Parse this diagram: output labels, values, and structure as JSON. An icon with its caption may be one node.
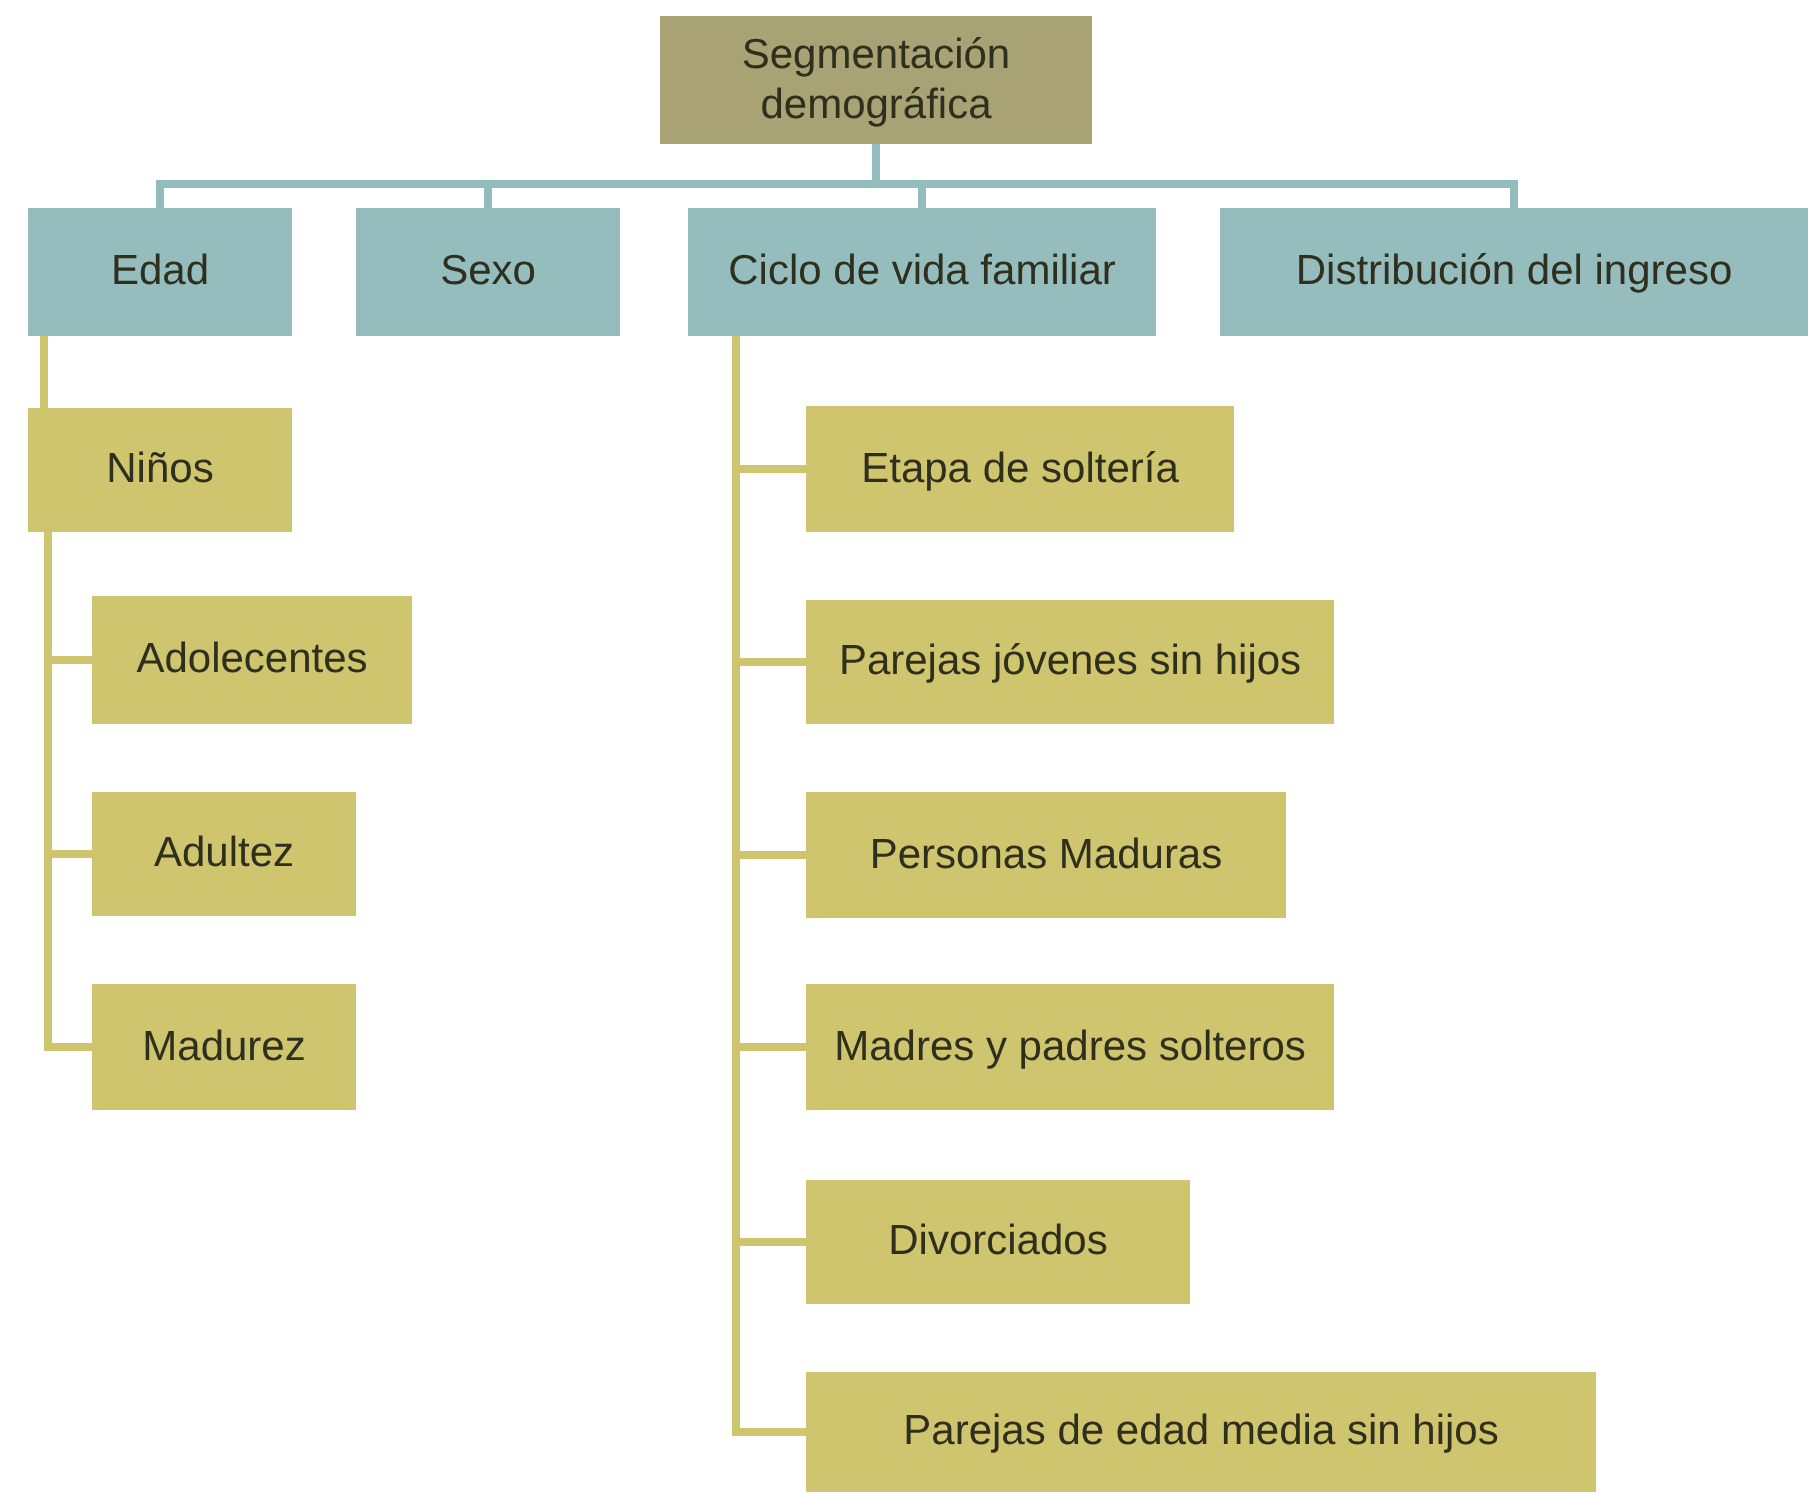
{
  "diagram": {
    "nodes": [
      {
        "text": [
          "Segmentación demográfica"
        ]
      },
      {
        "text": [
          "Edad"
        ]
      },
      {
        "text": [
          "Sexo"
        ]
      },
      {
        "text": [
          "Ciclo de vida familiar"
        ]
      },
      {
        "text": [
          "Distribución del ingreso"
        ]
      },
      {
        "text": [
          "Niños"
        ]
      },
      {
        "text": [
          "Adolecentes"
        ]
      },
      {
        "text": [
          "Adultez"
        ]
      },
      {
        "text": [
          "Madurez"
        ]
      },
      {
        "text": [
          "Etapa de soltería"
        ]
      },
      {
        "text": [
          "Parejas jóvenes sin hijos"
        ]
      },
      {
        "text": [
          "Personas Maduras"
        ]
      },
      {
        "text": [
          "Madres y padres solteros"
        ]
      },
      {
        "text": [
          "Divorciados"
        ]
      },
      {
        "text": [
          "Parejas de edad media sin hijos"
        ]
      }
    ],
    "edges": [
      {
        "from": 0,
        "to": 1,
        "arrow": "none",
        "color": "#93bcbd"
      },
      {
        "from": 0,
        "to": 2,
        "arrow": "none",
        "color": "#93bcbd"
      },
      {
        "from": 0,
        "to": 3,
        "arrow": "none",
        "color": "#93bcbd"
      },
      {
        "from": 0,
        "to": 4,
        "arrow": "none",
        "color": "#93bcbd"
      },
      {
        "from": 1,
        "to": 5,
        "arrow": "none"
      },
      {
        "from": 5,
        "to": 6,
        "arrow": "none"
      },
      {
        "from": 5,
        "to": 7,
        "arrow": "none"
      },
      {
        "from": 5,
        "to": 8,
        "arrow": "none"
      },
      {
        "from": 3,
        "to": 9,
        "arrow": "none"
      },
      {
        "from": 3,
        "to": 10,
        "arrow": "none"
      },
      {
        "from": 3,
        "to": 11,
        "arrow": "none"
      },
      {
        "from": 3,
        "to": 12,
        "arrow": "none"
      },
      {
        "from": 3,
        "to": 13,
        "arrow": "none"
      },
      {
        "from": 3,
        "to": 14,
        "arrow": "none"
      }
    ]
  }
}
